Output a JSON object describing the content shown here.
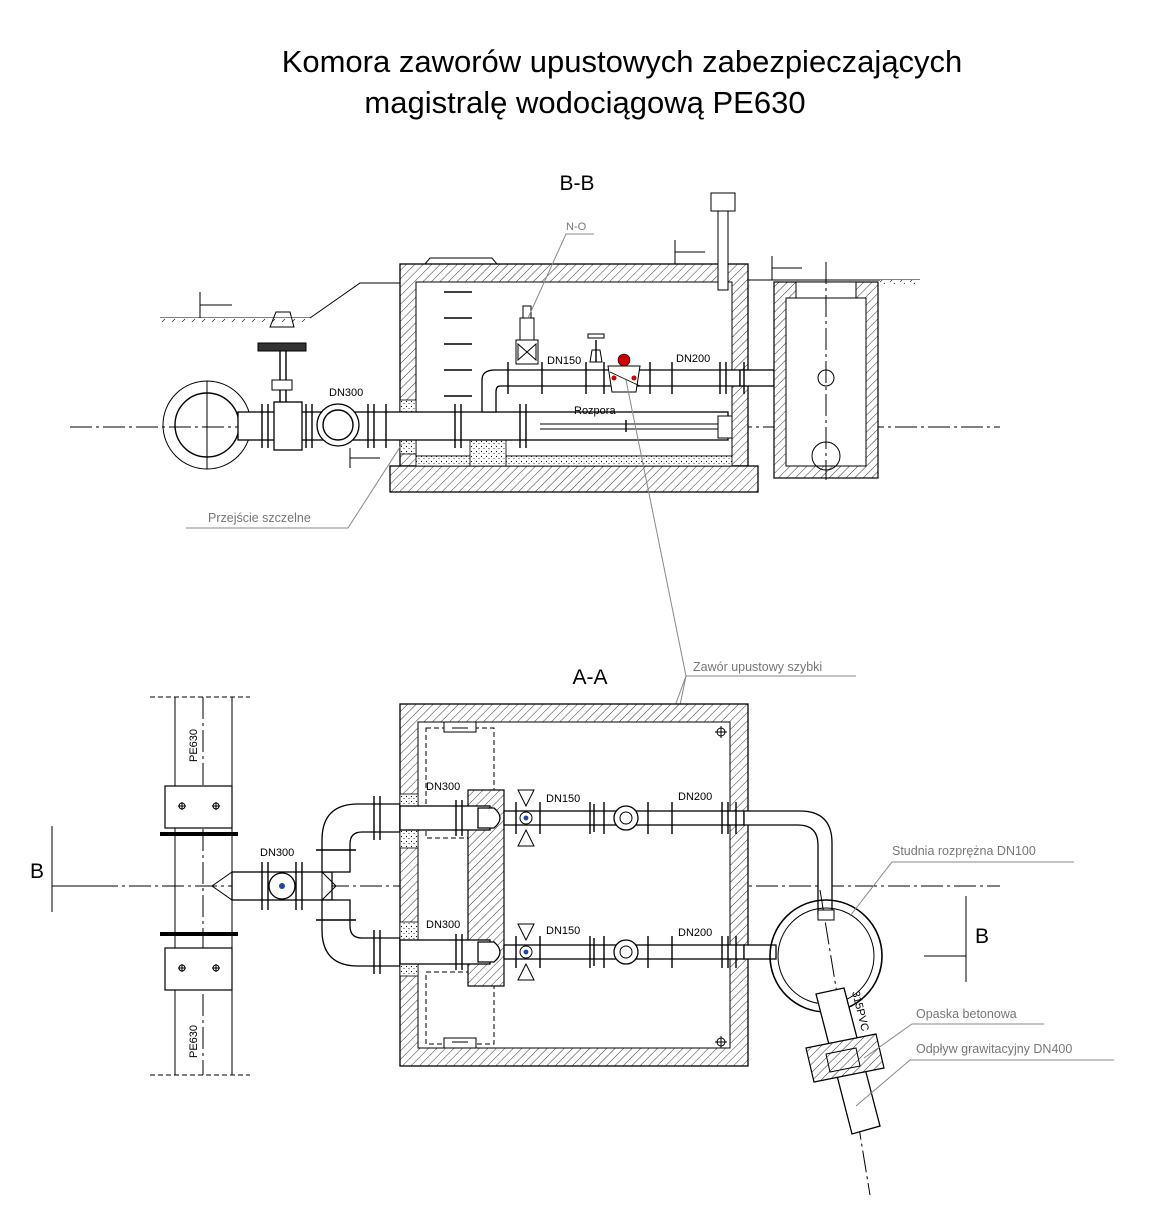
{
  "title": {
    "line1": "Komora zaworów upustowych zabezpieczających",
    "line2": "magistralę wodociągową PE630"
  },
  "sections": {
    "bb": "B-B",
    "aa": "A-A",
    "cut_left": "B",
    "cut_right": "B"
  },
  "labels": {
    "no": "N-O",
    "dn150": "DN150",
    "dn200": "DN200",
    "dn300": "DN300",
    "rozpora": "Rozpora",
    "pe630": "PE630",
    "pvc": "315PVC"
  },
  "callouts": {
    "przejscie": "Przejście szczelne",
    "zawor": "Zawór upustowy szybki",
    "studnia": "Studnia rozprężna DN100",
    "opaska": "Opaska betonowa",
    "odplyw": "Odpływ grawitacyjny DN400"
  },
  "colors": {
    "line": "#000000",
    "callout": "#777777",
    "valve_accent": "#cc0000",
    "valve_blue": "#2244aa"
  }
}
